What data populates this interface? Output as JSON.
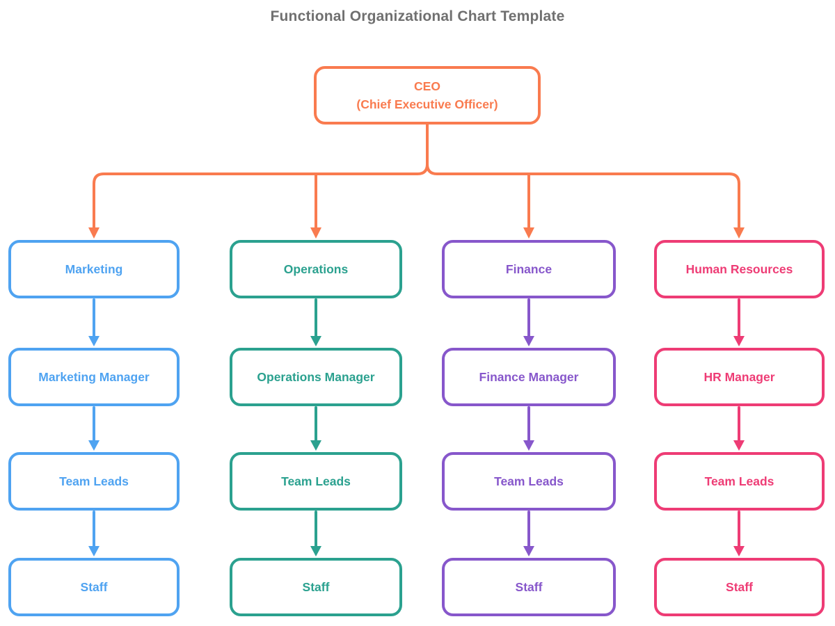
{
  "title": {
    "text": "Functional Organizational Chart Template",
    "color": "#707070"
  },
  "root": {
    "line1": "CEO",
    "line2": "(Chief Executive Officer)",
    "color": "#F97B4F"
  },
  "columns": [
    {
      "name": "Marketing",
      "color": "#4FA3F1",
      "levels": [
        "Marketing",
        "Marketing Manager",
        "Team Leads",
        "Staff"
      ]
    },
    {
      "name": "Operations",
      "color": "#2BA18F",
      "levels": [
        "Operations",
        "Operations Manager",
        "Team Leads",
        "Staff"
      ]
    },
    {
      "name": "Finance",
      "color": "#8757CB",
      "levels": [
        "Finance",
        "Finance Manager",
        "Team Leads",
        "Staff"
      ]
    },
    {
      "name": "Human Resources",
      "color": "#EE3C75",
      "levels": [
        "Human Resources",
        "HR Manager",
        "Team Leads",
        "Staff"
      ]
    }
  ]
}
